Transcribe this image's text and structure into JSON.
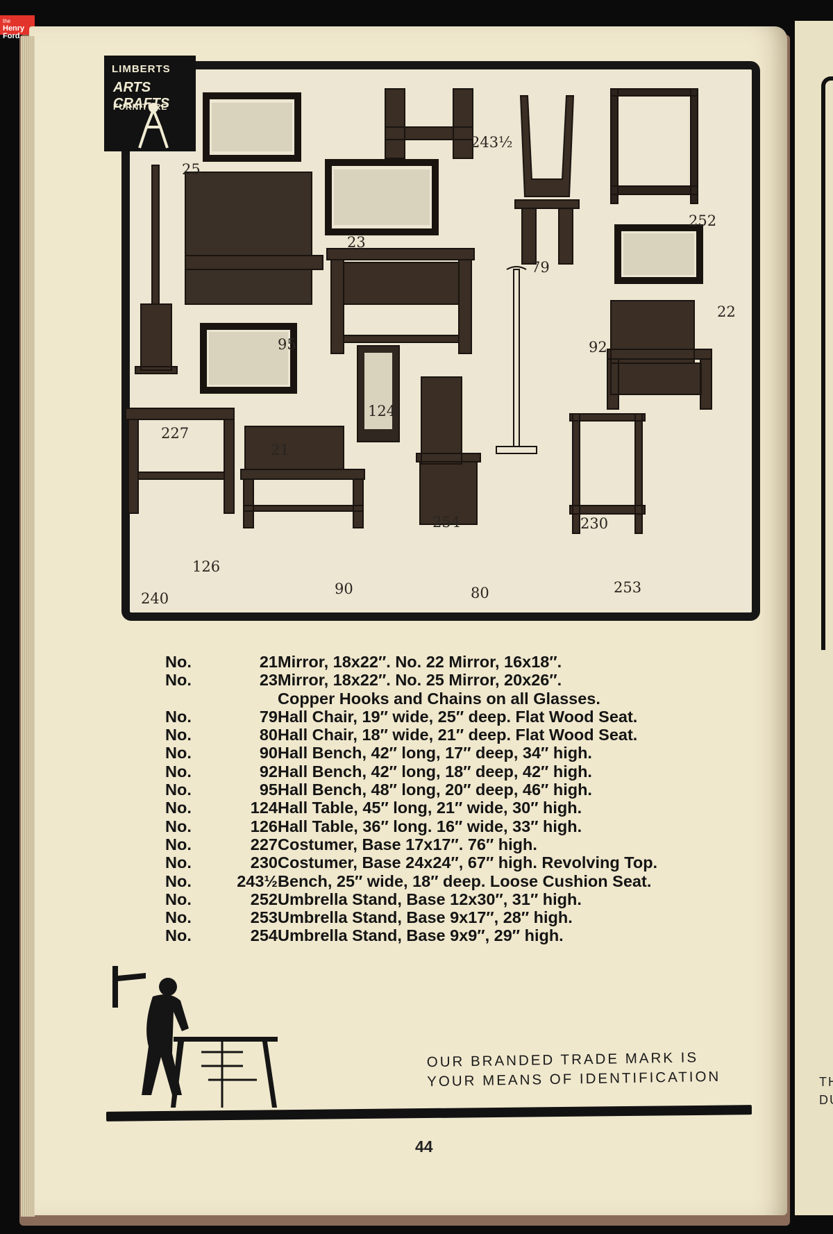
{
  "watermark": {
    "the": "the",
    "brand": "Henry Ford"
  },
  "logo": {
    "line1": "LIMBERTS",
    "line2": "ARTS CRAFTS",
    "line3": "FURNITURE"
  },
  "figure_labels": [
    {
      "id": "21",
      "text": "21"
    },
    {
      "id": "22",
      "text": "22"
    },
    {
      "id": "23",
      "text": "23"
    },
    {
      "id": "25",
      "text": "25"
    },
    {
      "id": "79",
      "text": "79"
    },
    {
      "id": "80",
      "text": "80"
    },
    {
      "id": "90",
      "text": "90"
    },
    {
      "id": "92",
      "text": "92"
    },
    {
      "id": "95",
      "text": "95"
    },
    {
      "id": "124",
      "text": "124"
    },
    {
      "id": "126",
      "text": "126"
    },
    {
      "id": "227",
      "text": "227"
    },
    {
      "id": "230",
      "text": "230"
    },
    {
      "id": "240",
      "text": "240"
    },
    {
      "id": "243h",
      "text": "243½"
    },
    {
      "id": "252",
      "text": "252"
    },
    {
      "id": "253",
      "text": "253"
    },
    {
      "id": "254",
      "text": "254"
    }
  ],
  "price_list": [
    {
      "no": "No.",
      "code": "21",
      "desc": "Mirror, 18x22″.  No. 22 Mirror, 16x18″."
    },
    {
      "no": "No.",
      "code": "23",
      "desc": "Mirror, 18x22″.  No. 25 Mirror, 20x26″."
    },
    {
      "no": "",
      "code": "",
      "desc": "Copper Hooks and Chains on all Glasses."
    },
    {
      "no": "No.",
      "code": "79",
      "desc": "Hall Chair, 19″ wide, 25″ deep.  Flat Wood Seat."
    },
    {
      "no": "No.",
      "code": "80",
      "desc": "Hall Chair, 18″ wide, 21″ deep.  Flat Wood Seat."
    },
    {
      "no": "No.",
      "code": "90",
      "desc": "Hall Bench, 42″ long, 17″ deep, 34″ high."
    },
    {
      "no": "No.",
      "code": "92",
      "desc": "Hall  Bench,  42″  long,  18″  deep,  42″  high."
    },
    {
      "no": "No.",
      "code": "95",
      "desc": "Hall Bench, 48″ long, 20″ deep, 46″ high."
    },
    {
      "no": "No.",
      "code": "124",
      "desc": "Hall Table, 45″ long, 21″ wide, 30″ high."
    },
    {
      "no": "No.",
      "code": "126",
      "desc": "Hall Table, 36″ long. 16″ wide, 33″ high."
    },
    {
      "no": "No.",
      "code": "227",
      "desc": "Costumer, Base 17x17″. 76″ high."
    },
    {
      "no": "No.",
      "code": "230",
      "desc": "Costumer, Base 24x24″, 67″ high.  Revolving Top."
    },
    {
      "no": "No.",
      "code": "243½",
      "desc": "Bench, 25″ wide, 18″ deep.  Loose Cushion Seat."
    },
    {
      "no": "No.",
      "code": "252",
      "desc": "Umbrella Stand, Base 12x30″, 31″ high."
    },
    {
      "no": "No.",
      "code": "253",
      "desc": "Umbrella Stand, Base 9x17″, 28″  high."
    },
    {
      "no": "No.",
      "code": "254",
      "desc": "Umbrella Stand, Base 9x9″, 29″ high."
    }
  ],
  "tagline": {
    "line1": "OUR BRANDED TRADE MARK IS",
    "line2": "YOUR MEANS OF IDENTIFICATION"
  },
  "page_number": "44",
  "right_page_fragment": {
    "line1": "TH",
    "line2": "DU"
  },
  "colors": {
    "paper": "#f0e8cd",
    "ink": "#141414",
    "wood": "#3a2e25"
  }
}
